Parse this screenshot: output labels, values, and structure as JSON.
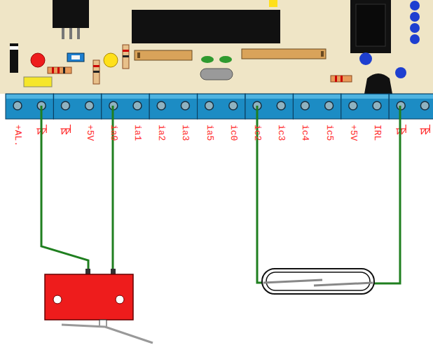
{
  "diagram": {
    "labels": [
      "+AL.",
      "+5V",
      "ia0",
      "ia1",
      "ia2",
      "ia3",
      "ia5",
      "ic0",
      "ic2",
      "ic3",
      "ic4",
      "ic5",
      "+5V",
      "IRL"
    ]
  }
}
